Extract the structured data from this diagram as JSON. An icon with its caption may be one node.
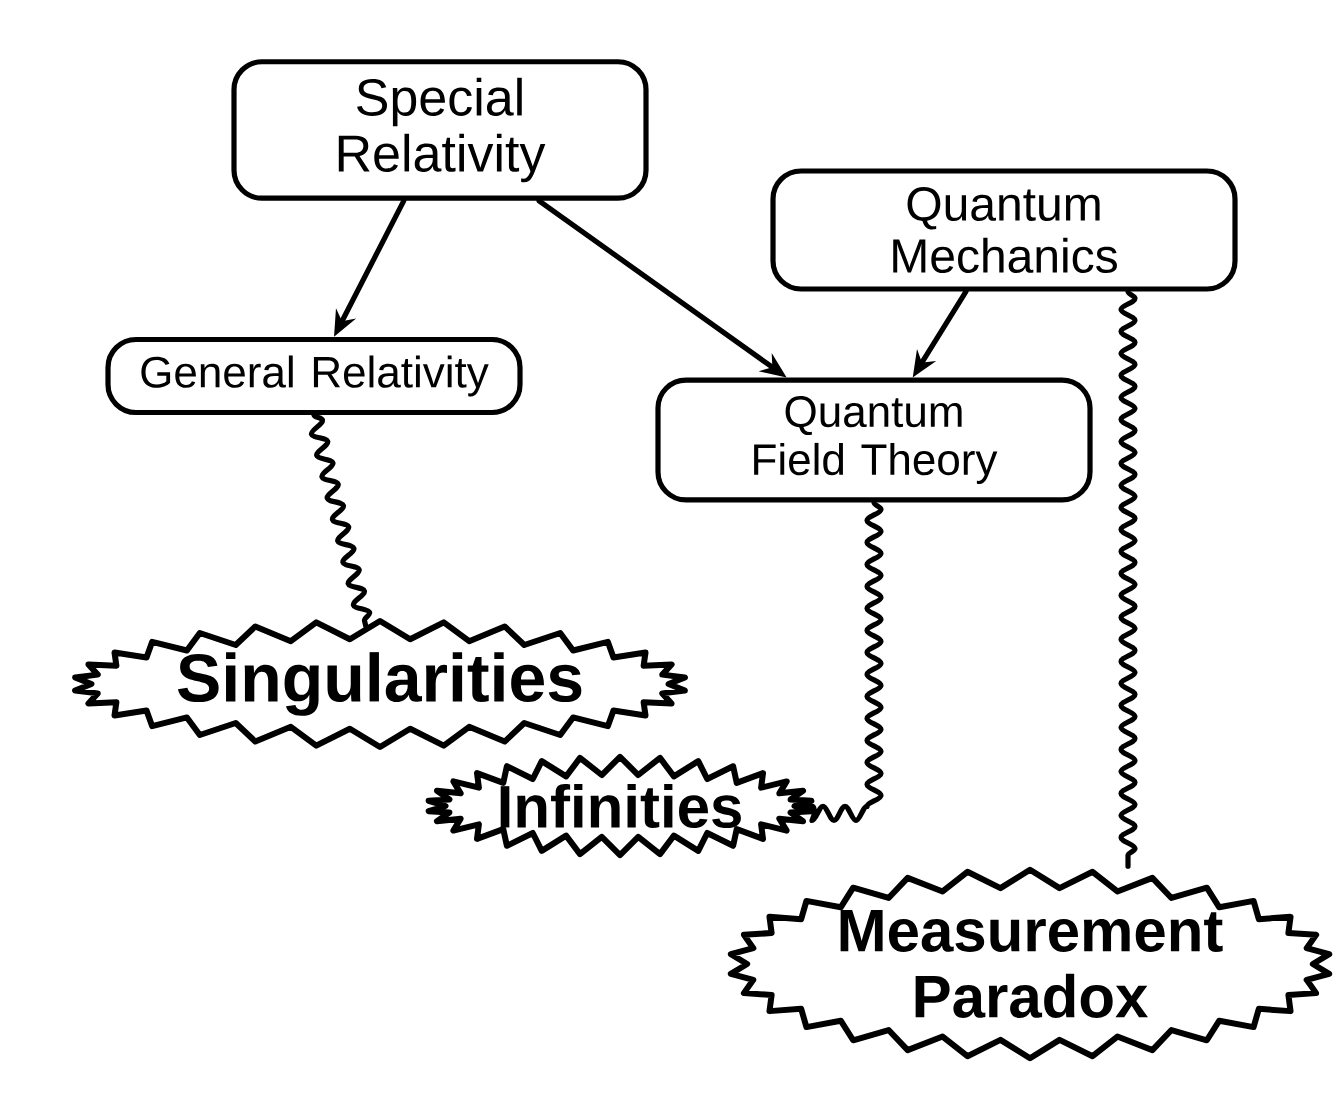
{
  "diagram": {
    "nodes": [
      {
        "text": [
          "Special Relativity"
        ]
      },
      {
        "text": [
          "Quantum Mechanics"
        ]
      },
      {
        "text": [
          "General Relativity"
        ]
      },
      {
        "text": [
          "Quantum Field Theory"
        ]
      },
      {
        "text": [
          "Singularities"
        ]
      },
      {
        "text": [
          "Infinities"
        ]
      },
      {
        "text": [
          "Measurement Paradox"
        ]
      }
    ],
    "edges": [
      {
        "from": 0,
        "to": 2,
        "arrow": "to"
      },
      {
        "from": 0,
        "to": 3,
        "arrow": "to"
      },
      {
        "from": 1,
        "to": 3,
        "arrow": "to"
      },
      {
        "from": 2,
        "to": 4,
        "arrow": "none"
      },
      {
        "from": 3,
        "to": 5,
        "arrow": "none"
      },
      {
        "from": 1,
        "to": 6,
        "arrow": "none"
      }
    ]
  }
}
